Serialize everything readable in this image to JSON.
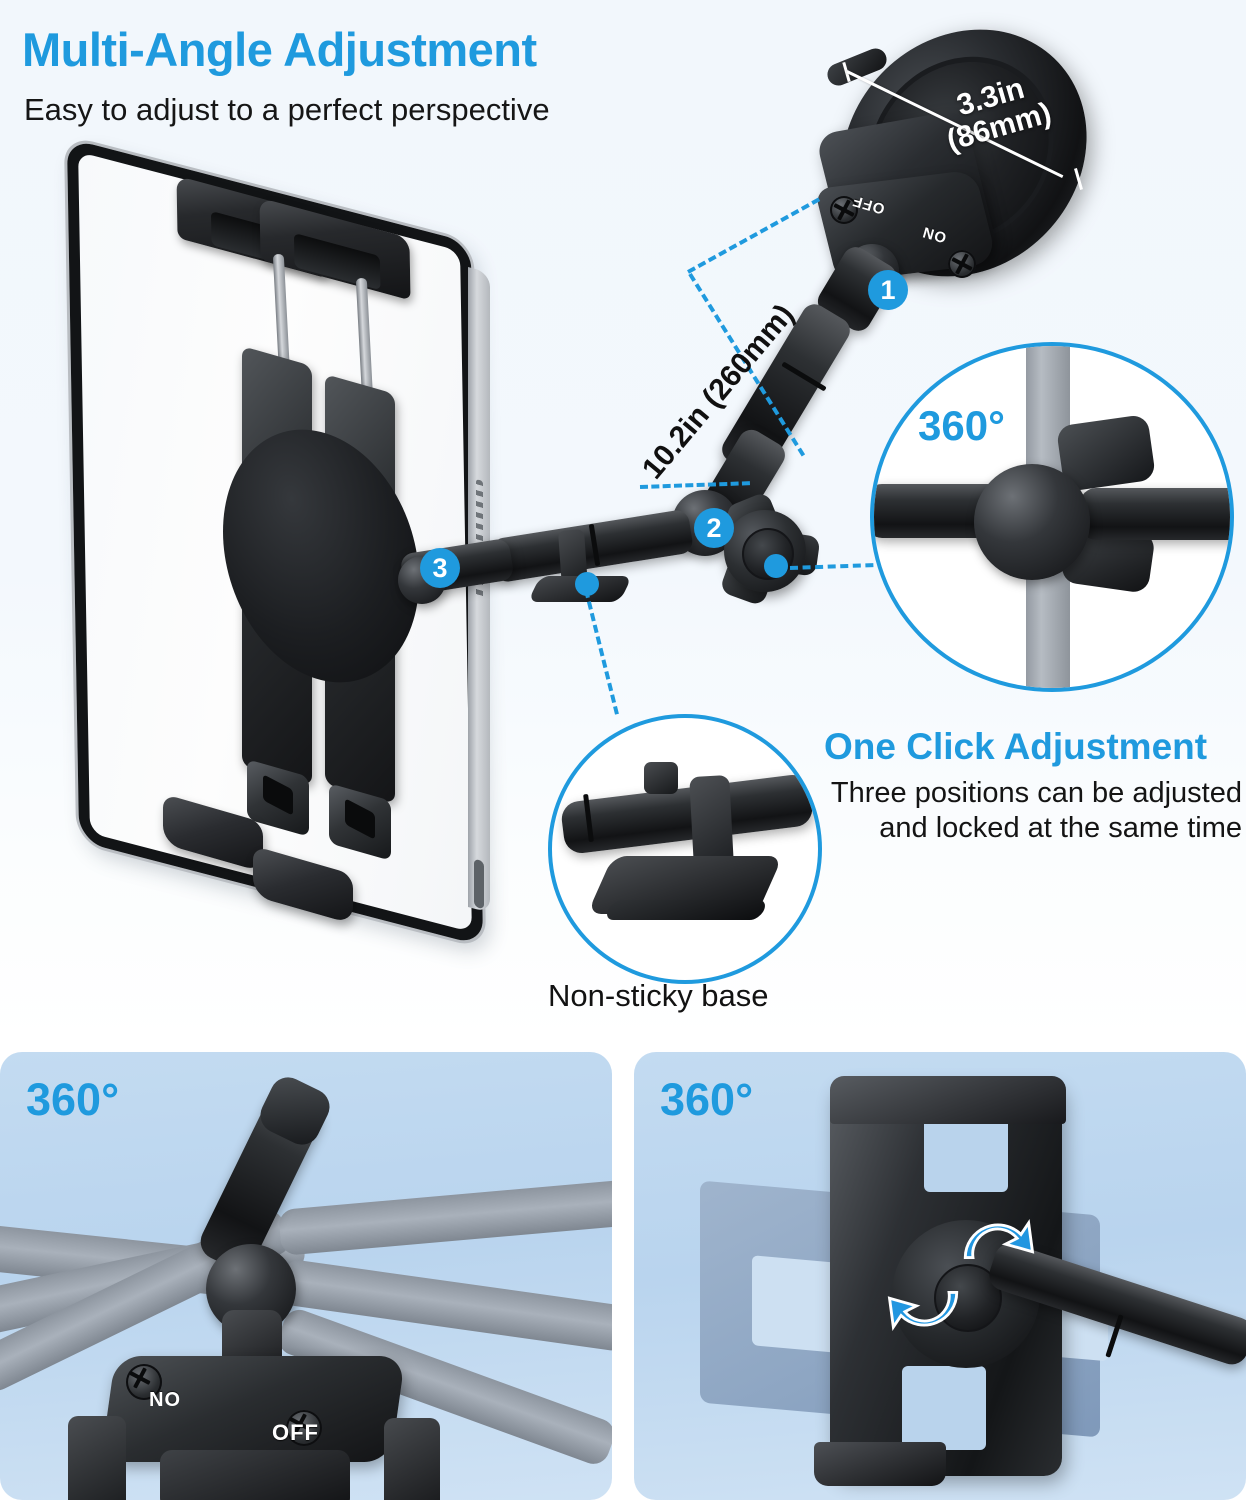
{
  "hero": {
    "title": "Multi-Angle Adjustment",
    "subtitle": "Easy to adjust to a perfect perspective",
    "accent_color": "#1f9ade",
    "background_color": "#f3f8fd"
  },
  "dimensions": {
    "suction_cup": "3.3in\n(86mm)",
    "suction_cup_line1": "3.3in",
    "suction_cup_line2": "(86mm)",
    "arm_length": "10.2in (260mm)"
  },
  "lever": {
    "off_label": "OFF",
    "on_label": "ON"
  },
  "badges": [
    {
      "number": "1",
      "joint": "suction-cup-ball-joint"
    },
    {
      "number": "2",
      "joint": "mid-arm-knob-joint"
    },
    {
      "number": "3",
      "joint": "tablet-clamp-joint"
    }
  ],
  "callouts": {
    "rotation": {
      "label": "360°"
    },
    "base": {
      "caption": "Non-sticky base"
    }
  },
  "feature": {
    "title": "One Click Adjustment",
    "desc_line1": "Three positions can be adjusted",
    "desc_line2": "and locked at the same time"
  },
  "bottom_panels": [
    {
      "label": "360°",
      "subject": "ball-joint-rotation",
      "lever_on": "ON",
      "lever_off": "OFF"
    },
    {
      "label": "360°",
      "subject": "tablet-bracket-rotation"
    }
  ]
}
